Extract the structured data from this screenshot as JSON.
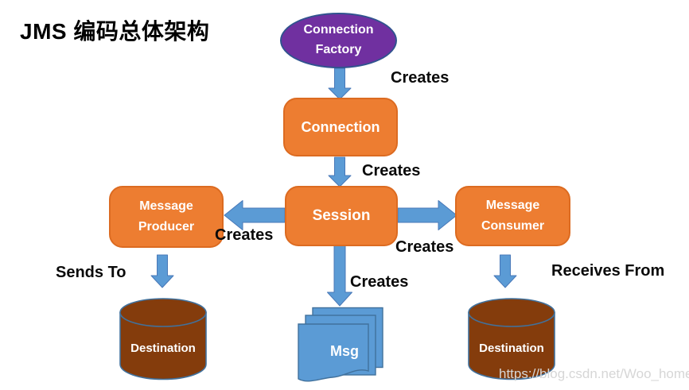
{
  "title": "JMS 编码总体架构",
  "nodes": {
    "connection_factory": {
      "label": "Connection Factory",
      "shape": "ellipse",
      "fill": "#7030A0"
    },
    "connection": {
      "label": "Connection",
      "shape": "rounded-rect",
      "fill": "#ED7D31"
    },
    "session": {
      "label": "Session",
      "shape": "rounded-rect",
      "fill": "#ED7D31"
    },
    "message_producer": {
      "label": "Message Producer",
      "shape": "rounded-rect",
      "fill": "#ED7D31"
    },
    "message_consumer": {
      "label": "Message Consumer",
      "shape": "rounded-rect",
      "fill": "#ED7D31"
    },
    "destination_left": {
      "label": "Destination",
      "shape": "cylinder",
      "fill": "#843C0C"
    },
    "msg": {
      "label": "Msg",
      "shape": "document-stack",
      "fill": "#5B9BD5"
    },
    "destination_right": {
      "label": "Destination",
      "shape": "cylinder",
      "fill": "#843C0C"
    }
  },
  "edge_labels": {
    "factory_creates": "Creates",
    "connection_creates": "Creates",
    "session_creates_producer": "Creates",
    "session_creates_consumer": "Creates",
    "session_creates_msg": "Creates",
    "sends_to": "Sends To",
    "receives_from": "Receives From"
  },
  "watermark": "https://blog.csdn.net/Woo_home",
  "colors": {
    "node_orange": "#ED7D31",
    "node_orange_border": "#DC6B21",
    "node_purple": "#7030A0",
    "node_brown": "#843C0C",
    "arrow_blue": "#5B9BD5",
    "outline_blue": "#41719C",
    "node_text": "#FFFFFF",
    "label_text": "#000000",
    "watermark_gray": "#D6D6D6"
  }
}
